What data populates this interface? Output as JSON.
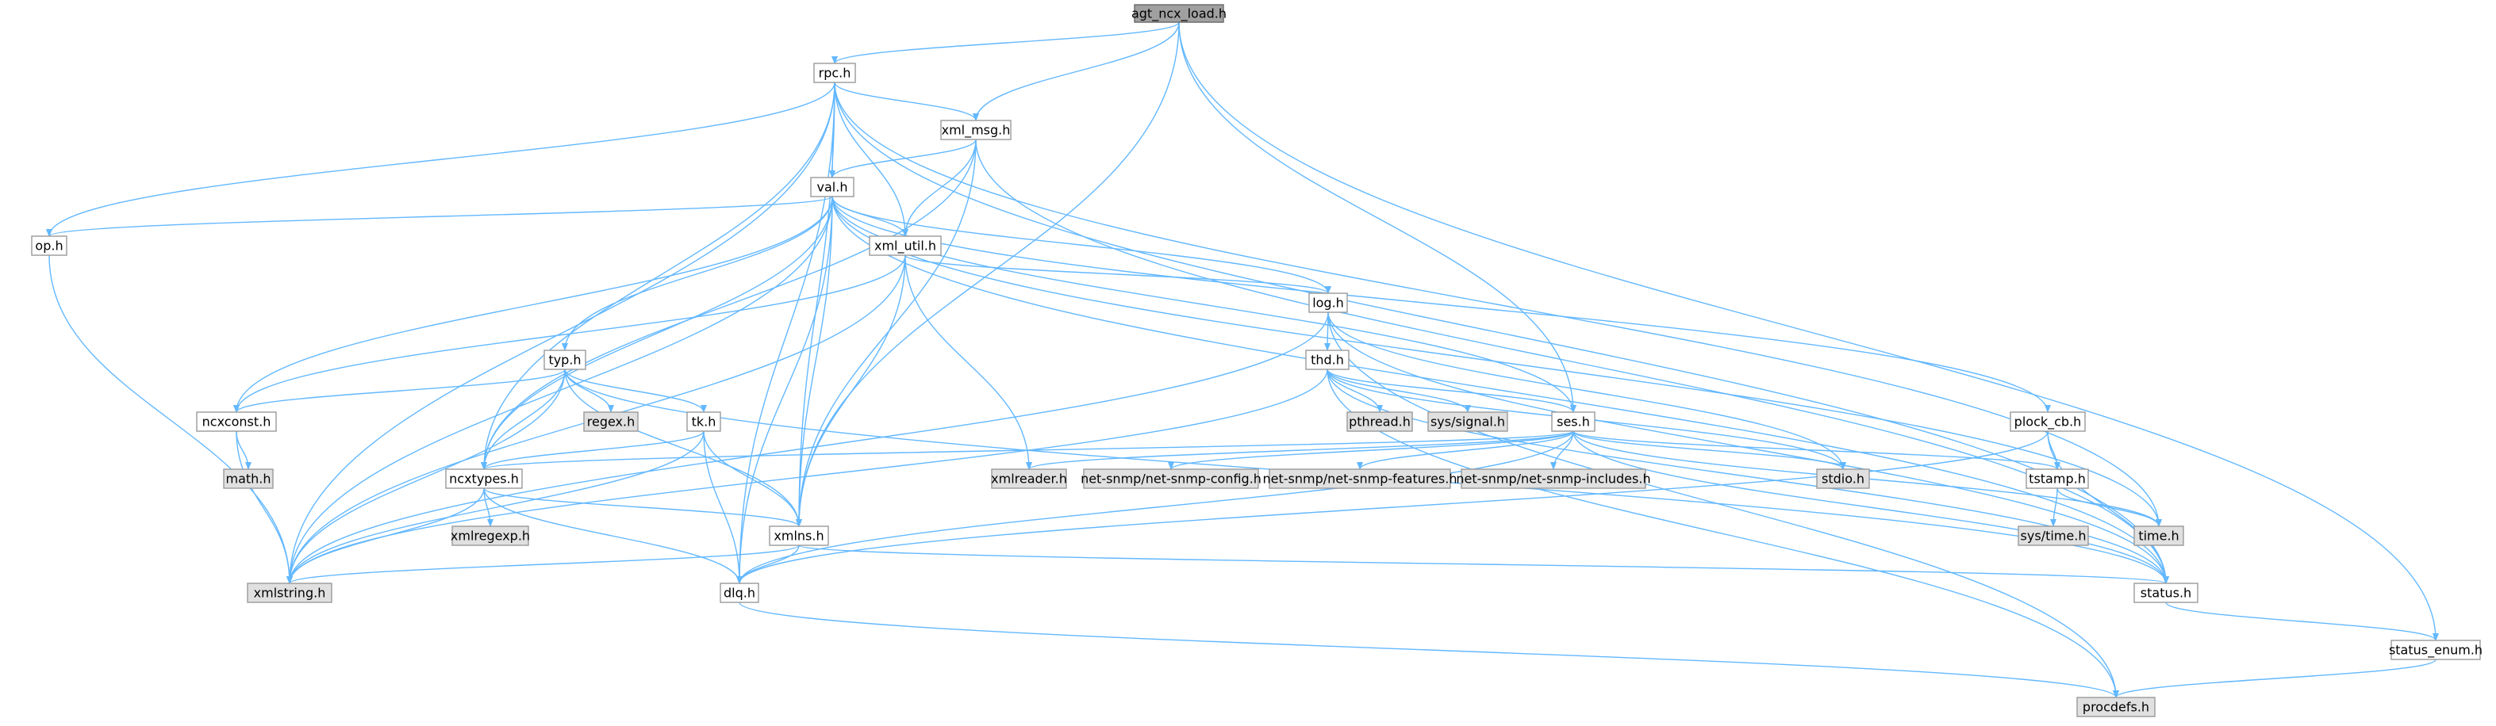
{
  "diagram": {
    "type": "include-dependency-graph",
    "colors": {
      "edge": "#63b8ff",
      "root_fill": "#a0a0a0",
      "documented_fill": "#ffffff",
      "system_fill": "#e0e0e0",
      "border": "#999999"
    },
    "nodes": [
      {
        "id": "agt_ncx_load_h",
        "label": "agt_ncx_load.h",
        "kind": "root"
      },
      {
        "id": "rpc_h",
        "label": "rpc.h",
        "kind": "documented"
      },
      {
        "id": "xml_msg_h",
        "label": "xml_msg.h",
        "kind": "documented"
      },
      {
        "id": "val_h",
        "label": "val.h",
        "kind": "documented"
      },
      {
        "id": "op_h",
        "label": "op.h",
        "kind": "documented"
      },
      {
        "id": "xml_util_h",
        "label": "xml_util.h",
        "kind": "documented"
      },
      {
        "id": "log_h",
        "label": "log.h",
        "kind": "documented"
      },
      {
        "id": "typ_h",
        "label": "typ.h",
        "kind": "documented"
      },
      {
        "id": "thd_h",
        "label": "thd.h",
        "kind": "documented"
      },
      {
        "id": "ncxconst_h",
        "label": "ncxconst.h",
        "kind": "documented"
      },
      {
        "id": "regex_h",
        "label": "regex.h",
        "kind": "system"
      },
      {
        "id": "tk_h",
        "label": "tk.h",
        "kind": "documented"
      },
      {
        "id": "ses_h",
        "label": "ses.h",
        "kind": "documented"
      },
      {
        "id": "pthread_h",
        "label": "pthread.h",
        "kind": "system"
      },
      {
        "id": "sys_signal_h",
        "label": "sys/signal.h",
        "kind": "system"
      },
      {
        "id": "plock_cb_h",
        "label": "plock_cb.h",
        "kind": "documented"
      },
      {
        "id": "math_h",
        "label": "math.h",
        "kind": "system"
      },
      {
        "id": "ncxtypes_h",
        "label": "ncxtypes.h",
        "kind": "documented"
      },
      {
        "id": "xmlreader_h",
        "label": "xmlreader.h",
        "kind": "system"
      },
      {
        "id": "net_snmp_config_h",
        "label": "net-snmp/net-snmp-config.h",
        "kind": "system"
      },
      {
        "id": "net_snmp_features_h",
        "label": "net-snmp/net-snmp-features.h",
        "kind": "system"
      },
      {
        "id": "net_snmp_includes_h",
        "label": "net-snmp/net-snmp-includes.h",
        "kind": "system"
      },
      {
        "id": "stdio_h",
        "label": "stdio.h",
        "kind": "system"
      },
      {
        "id": "tstamp_h",
        "label": "tstamp.h",
        "kind": "documented"
      },
      {
        "id": "xmlregexp_h",
        "label": "xmlregexp.h",
        "kind": "system"
      },
      {
        "id": "sys_time_h",
        "label": "sys/time.h",
        "kind": "system"
      },
      {
        "id": "time_h",
        "label": "time.h",
        "kind": "system"
      },
      {
        "id": "xmlns_h",
        "label": "xmlns.h",
        "kind": "documented"
      },
      {
        "id": "xmlstring_h",
        "label": "xmlstring.h",
        "kind": "system"
      },
      {
        "id": "dlq_h",
        "label": "dlq.h",
        "kind": "documented"
      },
      {
        "id": "status_h",
        "label": "status.h",
        "kind": "documented"
      },
      {
        "id": "status_enum_h",
        "label": "status_enum.h",
        "kind": "documented"
      },
      {
        "id": "procdefs_h",
        "label": "procdefs.h",
        "kind": "system"
      }
    ],
    "edges": [
      [
        "agt_ncx_load_h",
        "rpc_h"
      ],
      [
        "agt_ncx_load_h",
        "xml_msg_h"
      ],
      [
        "agt_ncx_load_h",
        "xmlns_h"
      ],
      [
        "agt_ncx_load_h",
        "ses_h"
      ],
      [
        "agt_ncx_load_h",
        "status_enum_h"
      ],
      [
        "rpc_h",
        "xml_msg_h"
      ],
      [
        "rpc_h",
        "val_h"
      ],
      [
        "rpc_h",
        "xml_util_h"
      ],
      [
        "rpc_h",
        "op_h"
      ],
      [
        "rpc_h",
        "xmlstring_h"
      ],
      [
        "rpc_h",
        "dlq_h"
      ],
      [
        "rpc_h",
        "ncxtypes_h"
      ],
      [
        "rpc_h",
        "xmlns_h"
      ],
      [
        "rpc_h",
        "time_h"
      ],
      [
        "rpc_h",
        "status_h"
      ],
      [
        "xml_msg_h",
        "val_h"
      ],
      [
        "xml_msg_h",
        "xml_util_h"
      ],
      [
        "xml_msg_h",
        "ncxtypes_h"
      ],
      [
        "xml_msg_h",
        "xmlns_h"
      ],
      [
        "xml_msg_h",
        "status_h"
      ],
      [
        "val_h",
        "op_h"
      ],
      [
        "val_h",
        "xml_util_h"
      ],
      [
        "val_h",
        "typ_h"
      ],
      [
        "val_h",
        "ncxconst_h"
      ],
      [
        "val_h",
        "ncxtypes_h"
      ],
      [
        "val_h",
        "xmlstring_h"
      ],
      [
        "val_h",
        "dlq_h"
      ],
      [
        "val_h",
        "xmlns_h"
      ],
      [
        "val_h",
        "log_h"
      ],
      [
        "val_h",
        "ses_h"
      ],
      [
        "val_h",
        "plock_cb_h"
      ],
      [
        "val_h",
        "time_h"
      ],
      [
        "val_h",
        "status_h"
      ],
      [
        "op_h",
        "xmlstring_h"
      ],
      [
        "xml_util_h",
        "ncxconst_h"
      ],
      [
        "xml_util_h",
        "xmlstring_h"
      ],
      [
        "xml_util_h",
        "xmlreader_h"
      ],
      [
        "xml_util_h",
        "xmlns_h"
      ],
      [
        "xml_util_h",
        "log_h"
      ],
      [
        "log_h",
        "thd_h"
      ],
      [
        "log_h",
        "xmlstring_h"
      ],
      [
        "log_h",
        "stdio_h"
      ],
      [
        "log_h",
        "status_h"
      ],
      [
        "log_h",
        "procdefs_h"
      ],
      [
        "typ_h",
        "regex_h"
      ],
      [
        "typ_h",
        "tk_h"
      ],
      [
        "typ_h",
        "ncxconst_h"
      ],
      [
        "typ_h",
        "ncxtypes_h"
      ],
      [
        "typ_h",
        "xmlstring_h"
      ],
      [
        "typ_h",
        "xmlns_h"
      ],
      [
        "typ_h",
        "status_h"
      ],
      [
        "thd_h",
        "ses_h"
      ],
      [
        "thd_h",
        "pthread_h"
      ],
      [
        "thd_h",
        "sys_signal_h"
      ],
      [
        "thd_h",
        "stdio_h"
      ],
      [
        "thd_h",
        "xmlstring_h"
      ],
      [
        "thd_h",
        "status_h"
      ],
      [
        "thd_h",
        "procdefs_h"
      ],
      [
        "ncxconst_h",
        "math_h"
      ],
      [
        "ncxconst_h",
        "xmlstring_h"
      ],
      [
        "tk_h",
        "ncxtypes_h"
      ],
      [
        "tk_h",
        "xmlns_h"
      ],
      [
        "tk_h",
        "xmlstring_h"
      ],
      [
        "tk_h",
        "dlq_h"
      ],
      [
        "ses_h",
        "ncxtypes_h"
      ],
      [
        "ses_h",
        "xmlreader_h"
      ],
      [
        "ses_h",
        "net_snmp_config_h"
      ],
      [
        "ses_h",
        "net_snmp_features_h"
      ],
      [
        "ses_h",
        "net_snmp_includes_h"
      ],
      [
        "ses_h",
        "stdio_h"
      ],
      [
        "ses_h",
        "tstamp_h"
      ],
      [
        "ses_h",
        "time_h"
      ],
      [
        "ses_h",
        "dlq_h"
      ],
      [
        "ses_h",
        "status_h"
      ],
      [
        "plock_cb_h",
        "tstamp_h"
      ],
      [
        "plock_cb_h",
        "dlq_h"
      ],
      [
        "plock_cb_h",
        "status_h"
      ],
      [
        "ncxtypes_h",
        "xmlregexp_h"
      ],
      [
        "ncxtypes_h",
        "xmlns_h"
      ],
      [
        "ncxtypes_h",
        "xmlstring_h"
      ],
      [
        "ncxtypes_h",
        "dlq_h"
      ],
      [
        "tstamp_h",
        "sys_time_h"
      ],
      [
        "tstamp_h",
        "time_h"
      ],
      [
        "xmlns_h",
        "xmlstring_h"
      ],
      [
        "xmlns_h",
        "dlq_h"
      ],
      [
        "xmlns_h",
        "status_h"
      ],
      [
        "dlq_h",
        "procdefs_h"
      ],
      [
        "status_h",
        "status_enum_h"
      ],
      [
        "status_enum_h",
        "procdefs_h"
      ]
    ]
  }
}
